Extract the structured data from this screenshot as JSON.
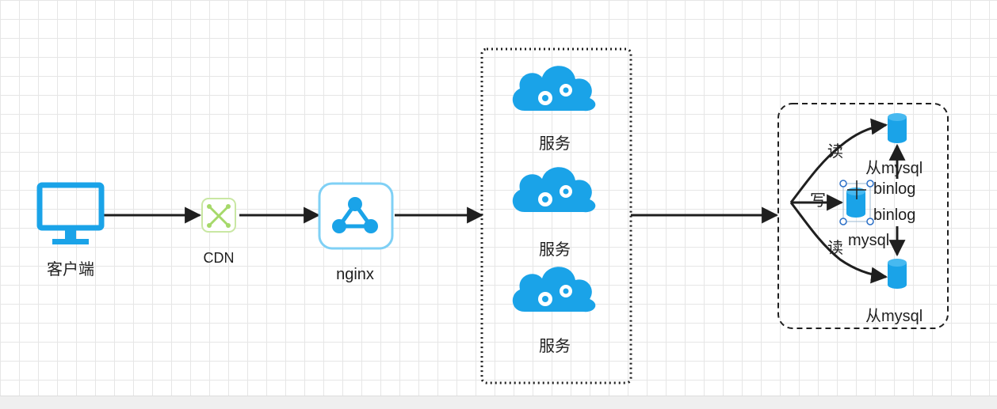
{
  "nodes": {
    "client": "客户端",
    "cdn": "CDN",
    "nginx": "nginx",
    "services": [
      "服务",
      "服务",
      "服务"
    ]
  },
  "db_cluster": {
    "slave_top": "从mysql",
    "slave_bottom": "从mysql",
    "master": "mysql",
    "binlog_top": "binlog",
    "binlog_bottom": "binlog",
    "read_top": "读",
    "write": "写",
    "read_bottom": "读"
  },
  "colors": {
    "primary": "#1aa3e8",
    "cdn": "#a6d96a",
    "arrow": "#1f1f1f",
    "grid": "#e6e6e6"
  },
  "icons": {
    "client": "monitor-icon",
    "cdn": "network-cross-icon",
    "nginx": "share-nodes-icon",
    "service": "cloud-gears-icon",
    "database": "cylinder-icon"
  }
}
